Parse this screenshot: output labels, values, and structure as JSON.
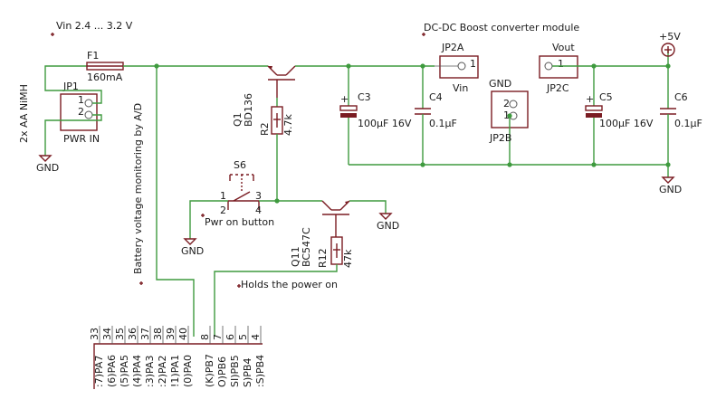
{
  "title_vin": "Vin 2.4 ... 3.2 V",
  "title_module": "DC-DC Boost converter module",
  "battery_label": "2x AA NiMH",
  "jp1": {
    "name": "JP1",
    "desc": "PWR IN",
    "pin1": "1",
    "pin2": "2"
  },
  "f1": {
    "name": "F1",
    "value": "160mA"
  },
  "q1": {
    "name": "Q1",
    "value": "BD136"
  },
  "r2": {
    "name": "R2",
    "value": "4.7k"
  },
  "c3": {
    "name": "C3",
    "value": "100µF 16V"
  },
  "c4": {
    "name": "C4",
    "value": "0.1µF"
  },
  "jp2a": {
    "name": "JP2A",
    "desc": "Vin",
    "pin": "1"
  },
  "gnd_label": "GND",
  "jp2b": {
    "name": "JP2B",
    "pin1": "1",
    "pin2": "2"
  },
  "vout": "Vout",
  "jp2c": {
    "name": "JP2C",
    "pin": "1"
  },
  "c5": {
    "name": "C5",
    "value": "100µF 16V"
  },
  "c6": {
    "name": "C6",
    "value": "0.1µF"
  },
  "plus5v": "+5V",
  "s6": {
    "name": "S6",
    "label": "Pwr on button",
    "p1": "1",
    "p2": "2",
    "p3": "3",
    "p4": "4"
  },
  "q11": {
    "name": "Q11",
    "value": "BC547C"
  },
  "r12": {
    "name": "R12",
    "value": "47k"
  },
  "battery_monitor": "Battery voltage monitoring by A/D",
  "holds_power": "Holds the power on",
  "header_pins": {
    "left_numbers": [
      "33",
      "34",
      "35",
      "36",
      "37",
      "38",
      "39",
      "40"
    ],
    "left_labels": [
      ":7)PA7",
      "(6)PA6",
      "(5)PA5",
      "(4)PA4",
      ":3)PA3",
      ":2)PA2",
      "!1)PA1",
      "(0)PA0"
    ],
    "right_numbers": [
      "8",
      "7",
      "6",
      "5",
      "4"
    ],
    "right_labels": [
      "(K)PB7",
      "O)PB6",
      "SI)PB5",
      "S)PB4",
      ":S)PB4"
    ]
  }
}
